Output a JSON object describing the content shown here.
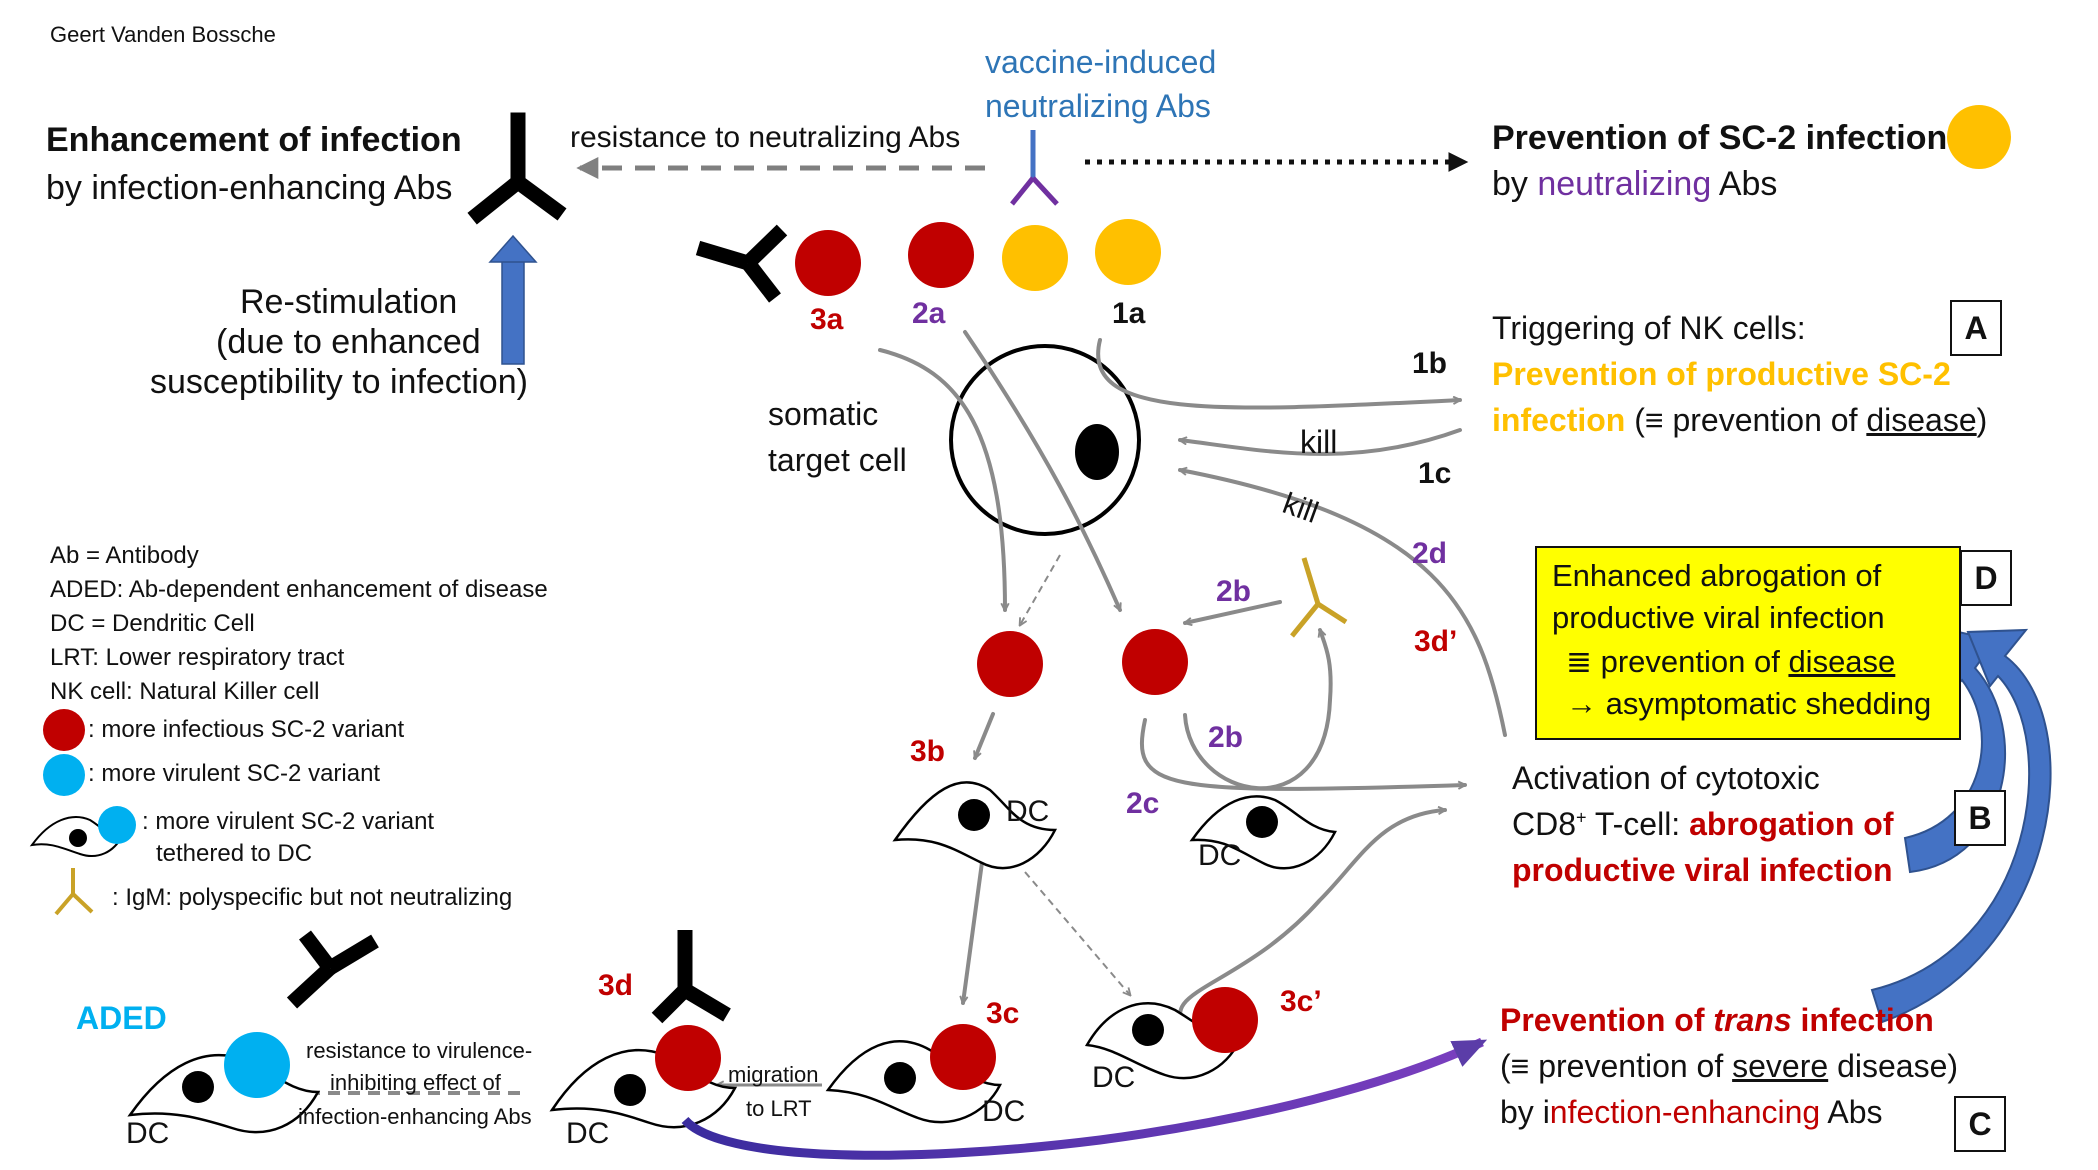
{
  "author": "Geert Vanden Bossche",
  "enhancement": {
    "title": "Enhancement of infection",
    "subtitle": "by infection-enhancing Abs"
  },
  "resistance_label": "resistance to neutralizing Abs",
  "vaccine_label": {
    "line1": "vaccine-induced",
    "line2": "neutralizing Abs"
  },
  "prevention_sc2": {
    "title": "Prevention of SC-2 infection",
    "by": "by ",
    "colored": "neutralizing",
    "rest": " Abs"
  },
  "restimulation": {
    "line1": "Re-stimulation",
    "line2": "(due to enhanced",
    "line3": "susceptibility to infection)"
  },
  "labels": {
    "l1a": "1a",
    "l1b": "1b",
    "l1c": "1c",
    "l2a": "2a",
    "l2b": "2b",
    "l2b2": "2b",
    "l2c": "2c",
    "l2d": "2d",
    "l3a": "3a",
    "l3b": "3b",
    "l3c": "3c",
    "l3cp": "3c’",
    "l3d": "3d",
    "l3dp": "3d’",
    "kill1": "kill",
    "kill2": "kill",
    "dc": "DC"
  },
  "somatic": {
    "line1": "somatic",
    "line2": "target cell"
  },
  "nk": {
    "line1": "Triggering of NK cells:",
    "line2": "Prevention of productive SC-2",
    "line3a": "infection",
    "line3b": " (≡  prevention of ",
    "line3c": "disease",
    "line3d": ")"
  },
  "box_d": {
    "line1": "Enhanced abrogation of",
    "line2": "productive viral infection",
    "line3a": "≣ prevention of  ",
    "line3b": "disease",
    "line4": "→ asymptomatic shedding"
  },
  "cd8": {
    "line1": "Activation of cytotoxic",
    "line2a": "CD8",
    "sup": "+",
    "line2b": " T-cell: ",
    "line2c": "abrogation of",
    "line3": "productive viral infection"
  },
  "trans": {
    "line1a": "Prevention of ",
    "line1b": "trans",
    "line1c": " infection",
    "line2a": "(≡ prevention of  ",
    "line2b": "severe",
    "line2c": " disease)",
    "line3a": "by i",
    "line3b": "nfection-enhancing",
    "line3c": " Abs"
  },
  "box_labels": {
    "A": "A",
    "B": "B",
    "C": "C",
    "D": "D"
  },
  "legend": {
    "ab": "Ab = Antibody",
    "aded": "ADED: Ab-dependent enhancement of disease",
    "dc": "DC = Dendritic Cell",
    "lrt": "LRT: Lower respiratory tract",
    "nk": "NK cell: Natural Killer cell",
    "infectious": ": more infectious SC-2 variant",
    "virulent": ": more virulent SC-2 variant",
    "tethered1": ": more virulent SC-2 variant",
    "tethered2": "tethered to DC",
    "igm": ": IgM: polyspecific   but not neutralizing"
  },
  "aded_label": "ADED",
  "resistance_virulence": {
    "line1": "resistance to virulence-",
    "line2": "inhibiting effect of",
    "line3": "infection-enhancing Abs"
  },
  "migration": {
    "line1": "migration",
    "line2": "to LRT"
  },
  "colors": {
    "red": "#c00000",
    "orange": "#ffc000",
    "cyan": "#00b0f0",
    "purple": "#7030a0",
    "blue": "#2e75b6",
    "yellow": "#ffff00",
    "igm": "#c9a227"
  }
}
